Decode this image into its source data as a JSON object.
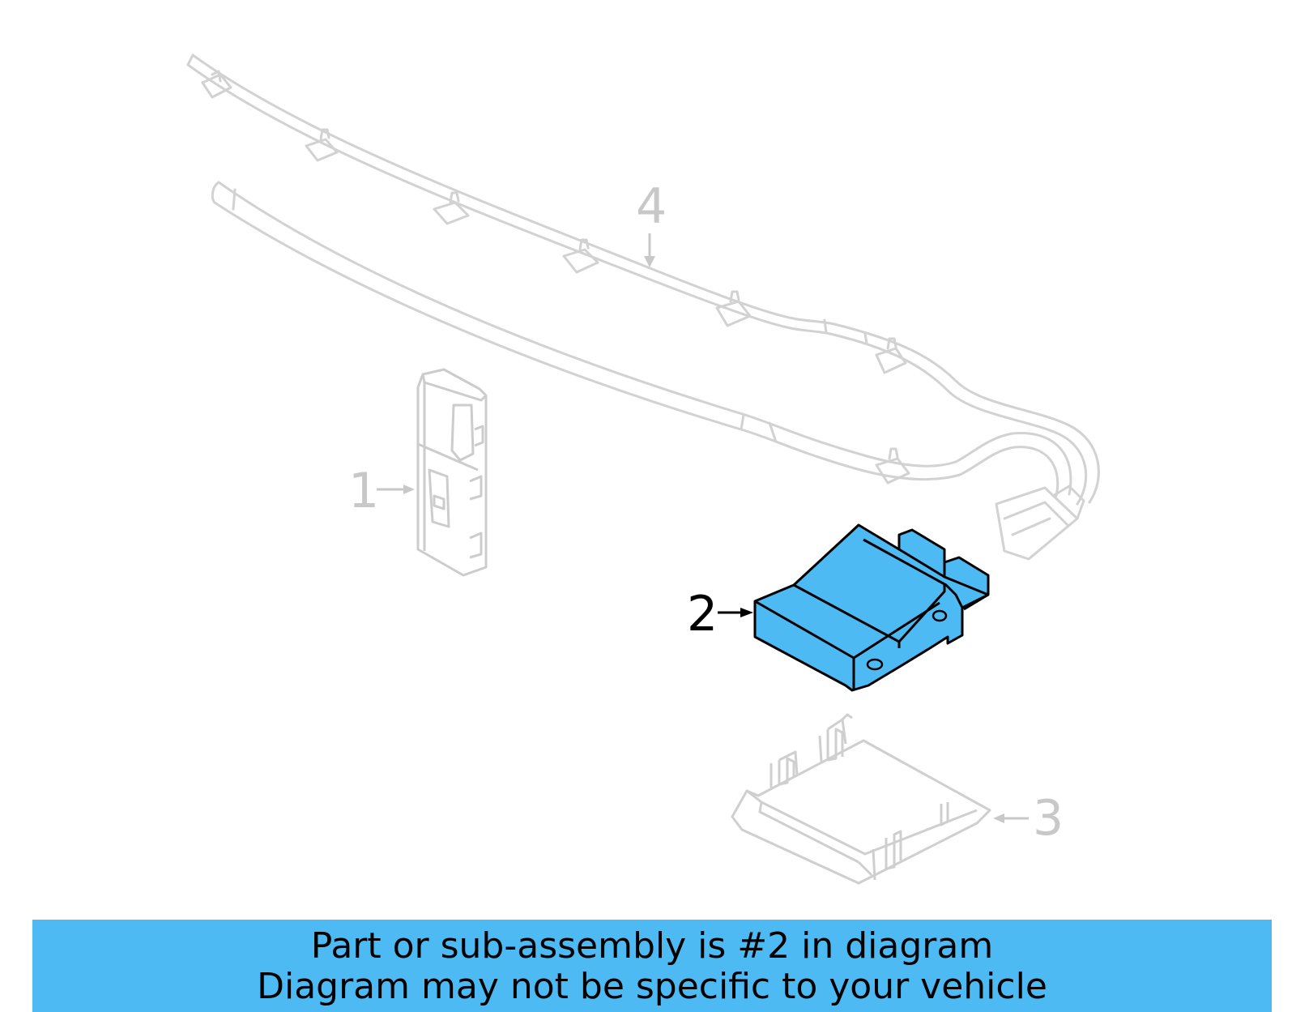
{
  "callouts": {
    "c1": "1",
    "c2": "2",
    "c3": "3",
    "c4": "4"
  },
  "banner": {
    "line1": "Part or sub-assembly is #2 in diagram",
    "line2": "Diagram may not be specific to your vehicle"
  },
  "colors": {
    "highlight": "#4dbaf4",
    "outline_dim": "#cfcfcf",
    "outline_active": "#000000"
  }
}
